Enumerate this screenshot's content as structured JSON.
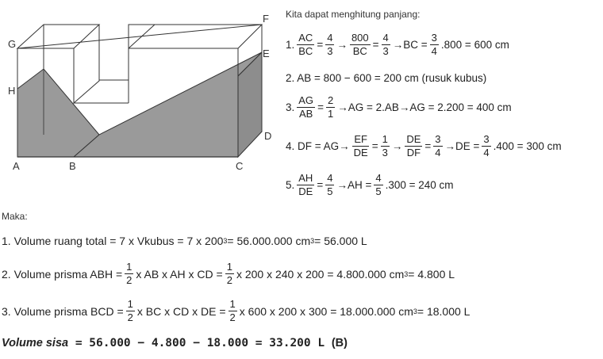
{
  "figure": {
    "vertex_labels": {
      "G": "G",
      "H": "H",
      "A": "A",
      "B": "B",
      "C": "C",
      "D": "D",
      "E": "E",
      "F": "F"
    },
    "shade_color": "#9a9a9a",
    "line_color": "#333333"
  },
  "intro": "Kita dapat menghitung panjang:",
  "steps": {
    "s1": {
      "n": "1.",
      "f1n": "AC",
      "f1d": "BC",
      "eq1": "=",
      "f2n": "4",
      "f2d": "3",
      "arrow1": "→",
      "f3n": "800",
      "f3d": "BC",
      "eq2": "=",
      "f4n": "4",
      "f4d": "3",
      "arrow2": "→BC =",
      "f5n": "3",
      "f5d": "4",
      "tail": ".800 = 600 cm"
    },
    "s2": {
      "text": "2. AB = 800 − 600 = 200 cm (rusuk kubus)"
    },
    "s3": {
      "n": "3.",
      "f1n": "AG",
      "f1d": "AB",
      "eq1": "=",
      "f2n": "2",
      "f2d": "1",
      "tail": "→AG = 2.AB→AG = 2.200 = 400 cm"
    },
    "s4": {
      "n": "4. DF = AG→",
      "f1n": "EF",
      "f1d": "DE",
      "eq1": "=",
      "f2n": "1",
      "f2d": "3",
      "arrow1": "→",
      "f3n": "DE",
      "f3d": "DF",
      "eq2": "=",
      "f4n": "3",
      "f4d": "4",
      "arrow2": "→DE =",
      "f5n": "3",
      "f5d": "4",
      "tail": ".400 = 300 cm"
    },
    "s5": {
      "n": "5.",
      "f1n": "AH",
      "f1d": "DE",
      "eq1": "=",
      "f2n": "4",
      "f2d": "5",
      "arrow1": "→AH =",
      "f3n": "4",
      "f3d": "5",
      "tail": ".300 = 240 cm"
    }
  },
  "maka": "Maka:",
  "volumes": {
    "v1": {
      "pre": "1. Volume ruang total = 7 x Vkubus = 7 x 200",
      "e1": "3",
      "mid": " = 56.000.000 cm",
      "e2": "3",
      "post": " = 56.000 L"
    },
    "v2": {
      "pre": "2. Volume prisma ABH = ",
      "hn": "1",
      "hd": "2",
      "a": "x AB x AH x CD = ",
      "hn2": "1",
      "hd2": "2",
      "b": "x 200 x 240 x 200 = 4.800.000 cm",
      "e": "3",
      "post": " = 4.800 L"
    },
    "v3": {
      "pre": "3. Volume prisma BCD = ",
      "hn": "1",
      "hd": "2",
      "a": "x BC x CD x DE = ",
      "hn2": "1",
      "hd2": "2",
      "b": " x 600 x 200 x 300 = 18.000.000 cm",
      "e": "3",
      "post": " = 18.000 L"
    }
  },
  "final": {
    "label": "Volume sisa",
    "expr": " = 56.000 − 4.800 − 18.000 = 33.200 L ",
    "answer": "(B)"
  }
}
